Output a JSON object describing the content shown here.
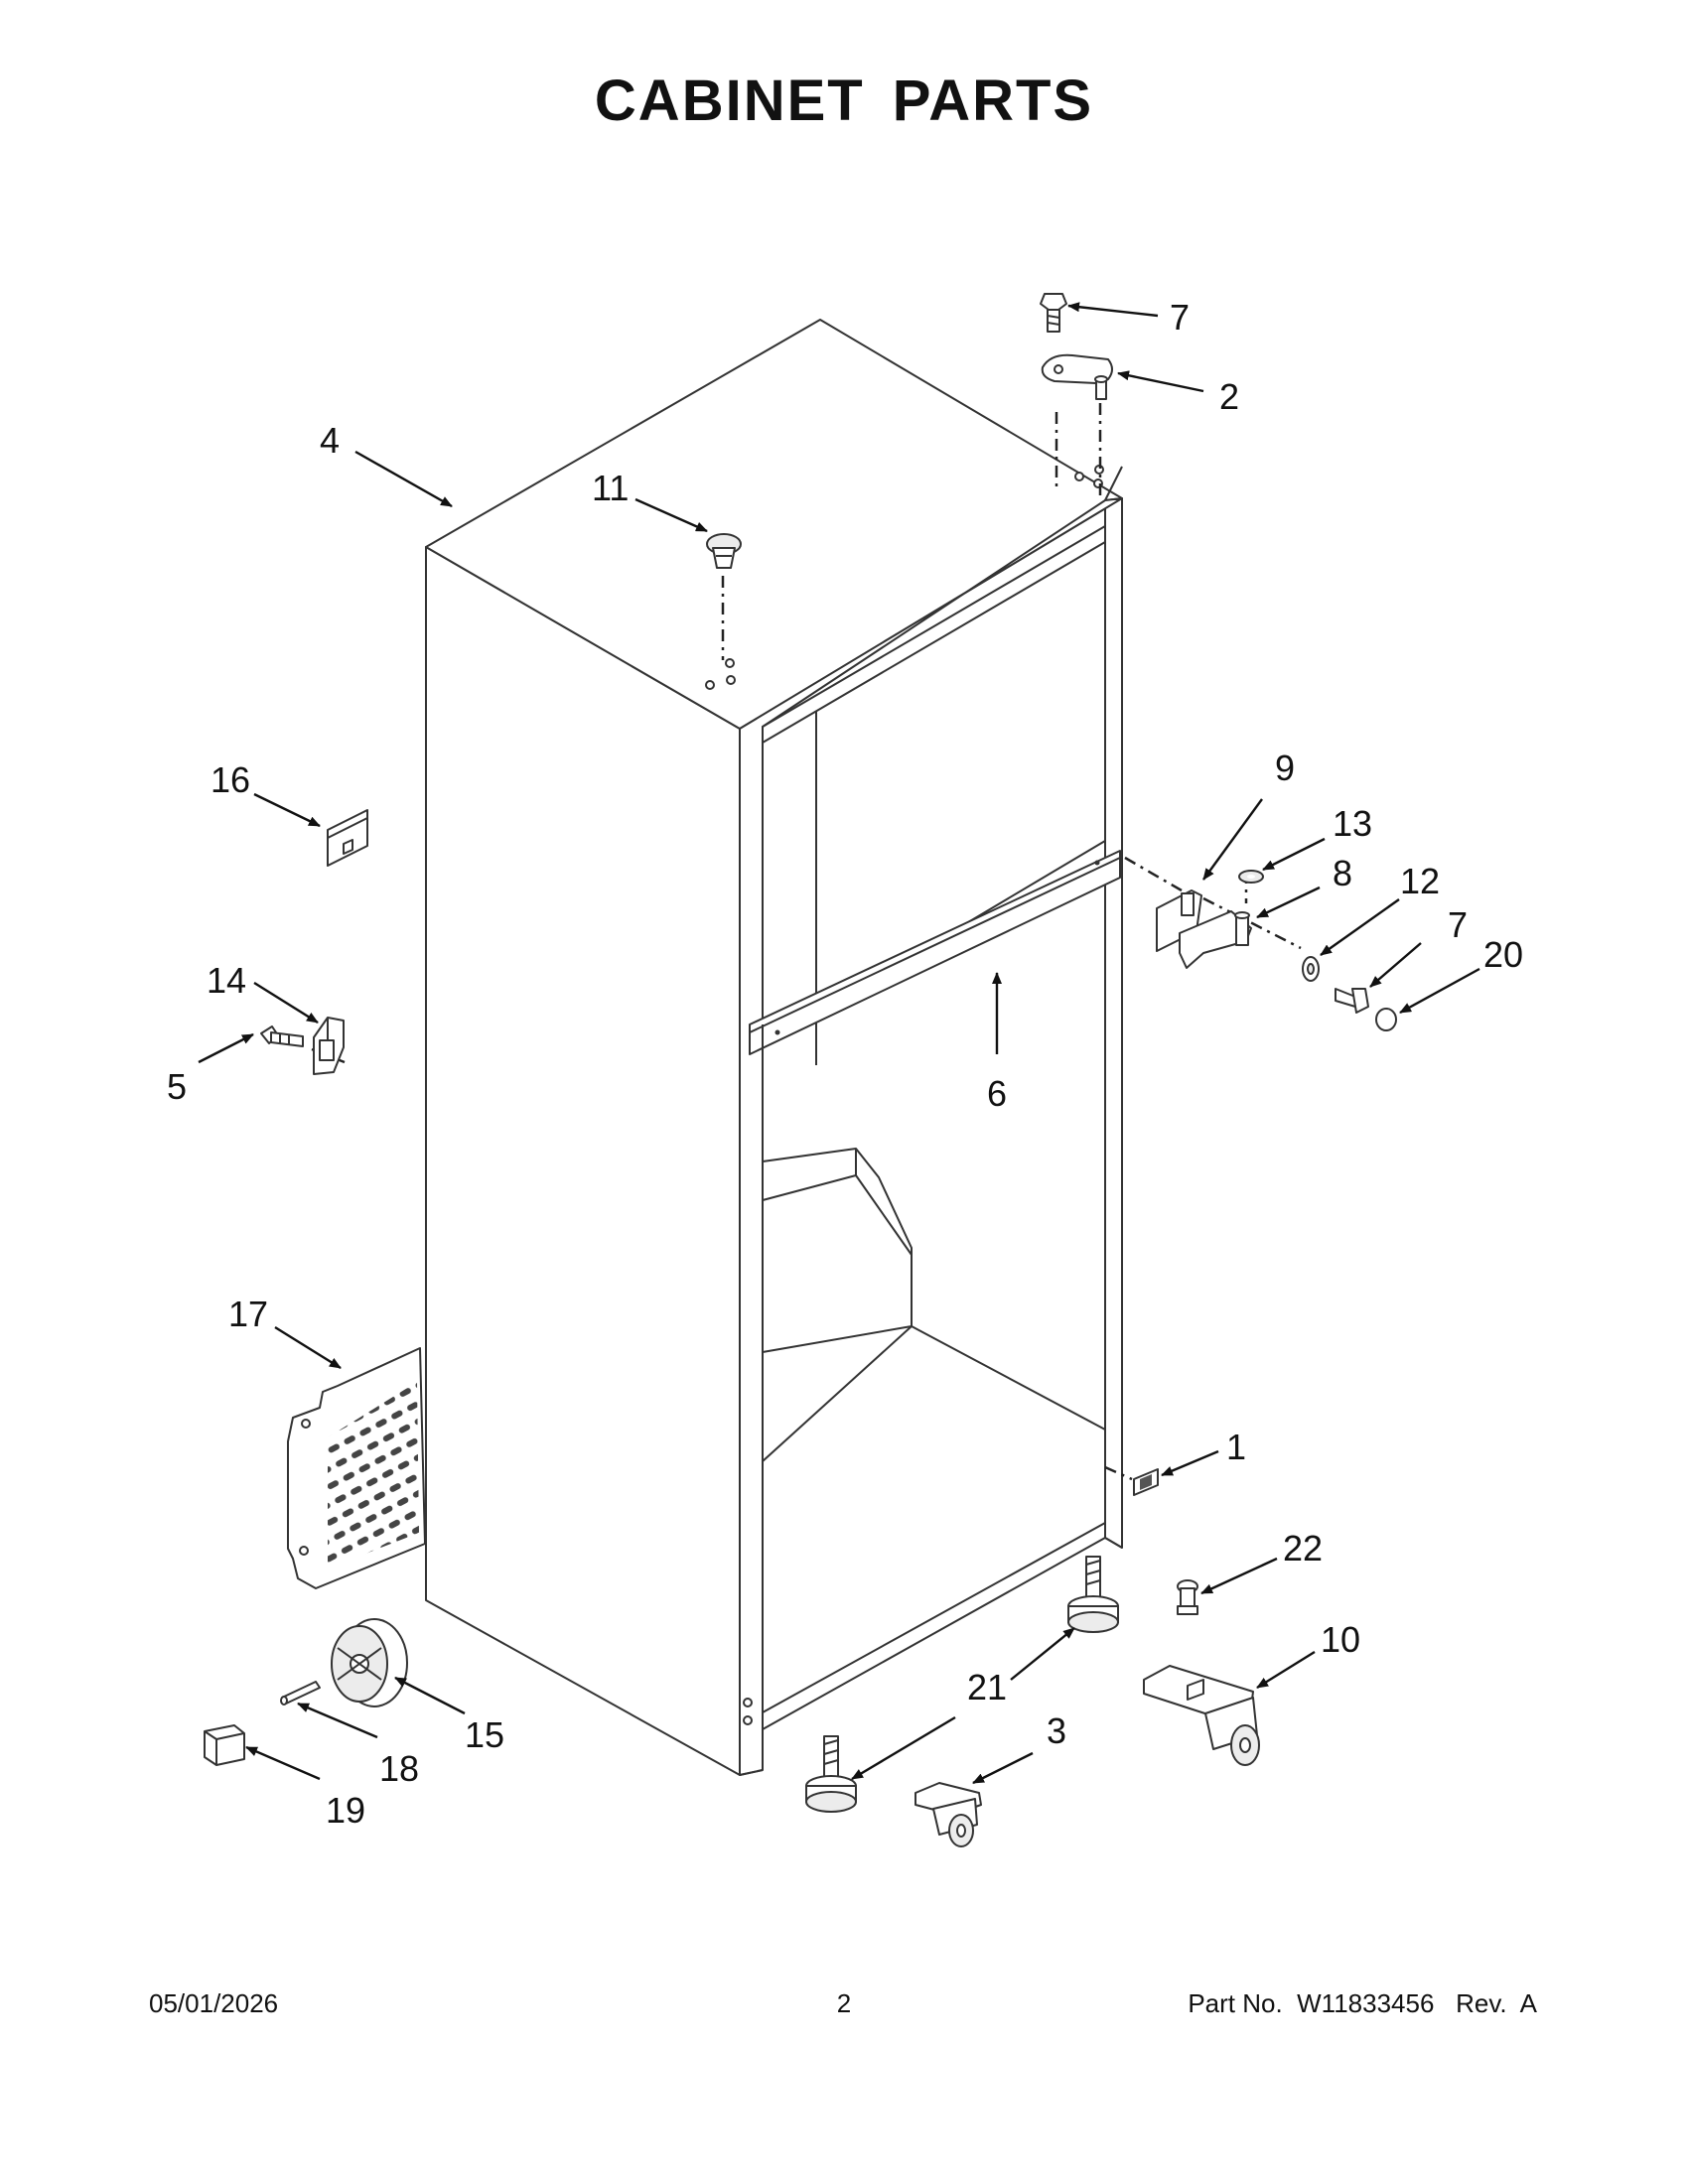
{
  "title": "CABINET PARTS",
  "callouts": [
    {
      "id": "1",
      "part": "1"
    },
    {
      "id": "2",
      "part": "2"
    },
    {
      "id": "3",
      "part": "3"
    },
    {
      "id": "4",
      "part": "4"
    },
    {
      "id": "5",
      "part": "5"
    },
    {
      "id": "6",
      "part": "6"
    },
    {
      "id": "7a",
      "part": "7"
    },
    {
      "id": "7b",
      "part": "7"
    },
    {
      "id": "8",
      "part": "8"
    },
    {
      "id": "9",
      "part": "9"
    },
    {
      "id": "10",
      "part": "10"
    },
    {
      "id": "11",
      "part": "11"
    },
    {
      "id": "12",
      "part": "12"
    },
    {
      "id": "13",
      "part": "13"
    },
    {
      "id": "14",
      "part": "14"
    },
    {
      "id": "15",
      "part": "15"
    },
    {
      "id": "16",
      "part": "16"
    },
    {
      "id": "17",
      "part": "17"
    },
    {
      "id": "18",
      "part": "18"
    },
    {
      "id": "19",
      "part": "19"
    },
    {
      "id": "20",
      "part": "20"
    },
    {
      "id": "21",
      "part": "21"
    },
    {
      "id": "22",
      "part": "22"
    }
  ],
  "footer": {
    "date": "05/01/2026",
    "page": "2",
    "part_number": "Part No.  W11833456   Rev.  A"
  }
}
